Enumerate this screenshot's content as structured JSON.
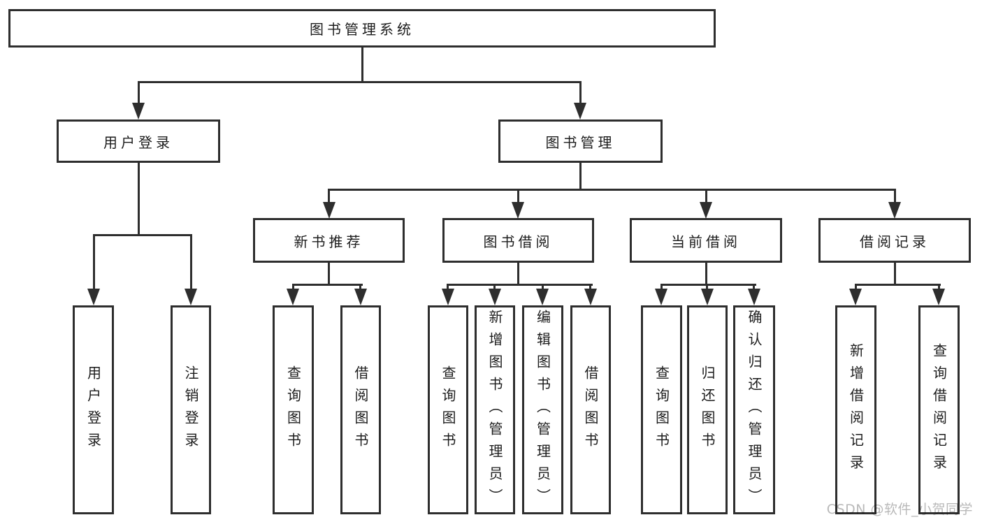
{
  "diagram": {
    "root": {
      "label": "图书管理系统"
    },
    "branches": [
      {
        "label": "用户登录",
        "children": [
          {
            "label": "用户登录"
          },
          {
            "label": "注销登录"
          }
        ]
      },
      {
        "label": "图书管理",
        "children": [
          {
            "label": "新书推荐",
            "children": [
              {
                "label": "查询图书"
              },
              {
                "label": "借阅图书"
              }
            ]
          },
          {
            "label": "图书借阅",
            "children": [
              {
                "label": "查询图书"
              },
              {
                "label": "新增图书（管理员）"
              },
              {
                "label": "编辑图书（管理员）"
              },
              {
                "label": "借阅图书"
              }
            ]
          },
          {
            "label": "当前借阅",
            "children": [
              {
                "label": "查询图书"
              },
              {
                "label": "归还图书"
              },
              {
                "label": "确认归还（管理员）"
              }
            ]
          },
          {
            "label": "借阅记录",
            "children": [
              {
                "label": "新增借阅记录"
              },
              {
                "label": "查询借阅记录"
              }
            ]
          }
        ]
      }
    ]
  },
  "watermark": {
    "text": "CSDN @软件_小贺同学"
  },
  "colors": {
    "line": "#2e2e2e",
    "box_border": "#2e2e2e",
    "text": "#1c1c1c",
    "watermark": "#b9b9b9",
    "background": "#ffffff"
  }
}
